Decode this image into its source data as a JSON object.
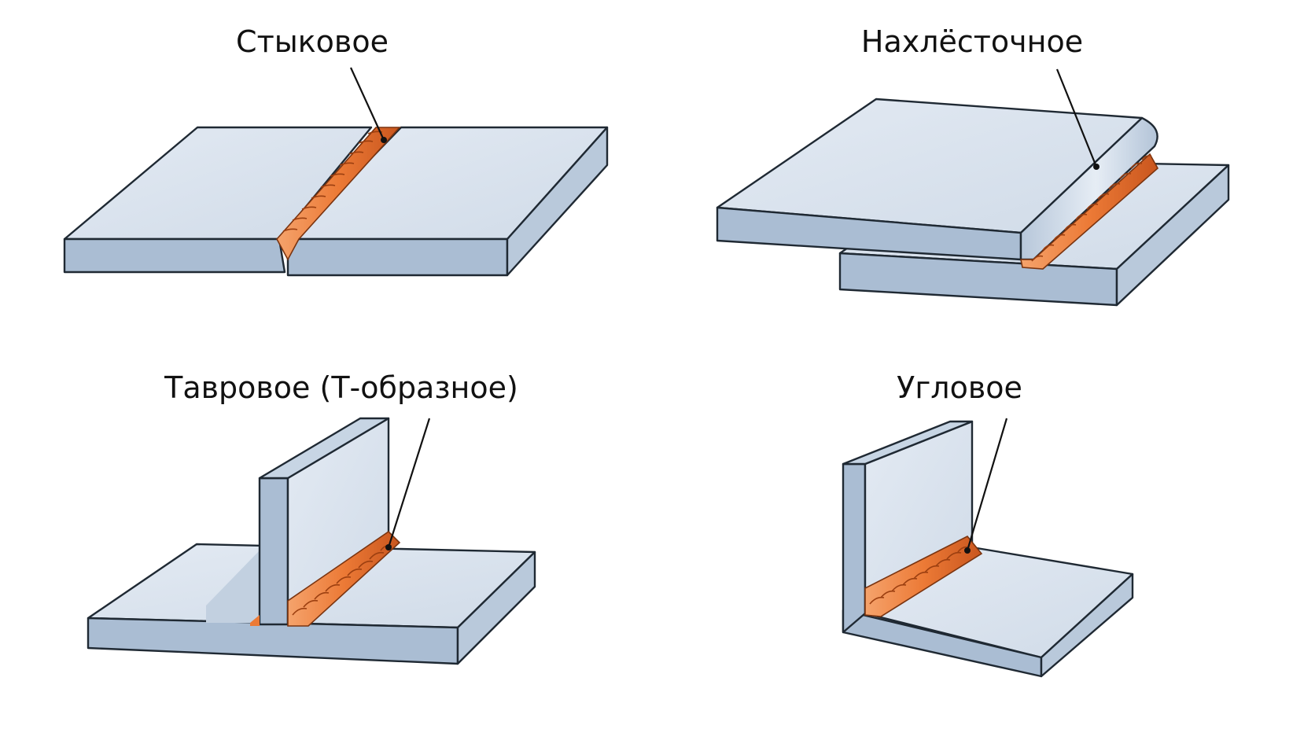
{
  "colors": {
    "plate_top": "#dbe4ef",
    "plate_side": "#b9c9db",
    "plate_front": "#aabdd3",
    "plate_shadow": "#97aac2",
    "weld": "#ec7a36",
    "weld_dark": "#c9561e",
    "weld_light": "#f5a36c",
    "outline": "#1f2933"
  },
  "joints": {
    "butt": {
      "label": "Стыковое"
    },
    "lap": {
      "label": "Нахлёсточное"
    },
    "tee": {
      "label": "Тавровое (Т-образное)"
    },
    "corner": {
      "label": "Угловое"
    }
  }
}
